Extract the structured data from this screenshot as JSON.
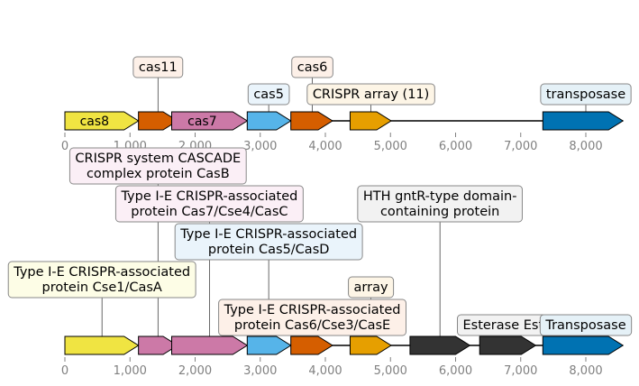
{
  "axis": {
    "ticks": [
      0,
      1000,
      2000,
      3000,
      4000,
      5000,
      6000,
      7000,
      8000
    ],
    "tick_labels": [
      "0",
      "1,000",
      "2,000",
      "3,000",
      "4,000",
      "5,000",
      "6,000",
      "7,000",
      "8,000"
    ]
  },
  "track_top": {
    "features": [
      {
        "start": 0,
        "end": 1130,
        "color": "#f0e442",
        "label": "cas8"
      },
      {
        "start": 1130,
        "end": 1730,
        "color": "#d55e00",
        "label": ""
      },
      {
        "start": 1640,
        "end": 2800,
        "color": "#cc79a7",
        "label": "cas7"
      },
      {
        "start": 2800,
        "end": 3470,
        "color": "#56b4e9",
        "label": ""
      },
      {
        "start": 3470,
        "end": 4110,
        "color": "#d55e00",
        "label": ""
      },
      {
        "start": 4380,
        "end": 5010,
        "color": "#e69f00",
        "label": ""
      },
      {
        "start": 7340,
        "end": 8570,
        "color": "#0072b2",
        "label": ""
      }
    ],
    "callouts": [
      {
        "text": [
          "cas11"
        ],
        "pos": 1430,
        "fill": "#fdf0e8",
        "level": 2
      },
      {
        "text": [
          "cas6"
        ],
        "pos": 3800,
        "fill": "#fdf0e8",
        "level": 2
      },
      {
        "text": [
          "cas5"
        ],
        "pos": 3130,
        "fill": "#eaf4fb",
        "level": 1
      },
      {
        "text": [
          "CRISPR array (11)"
        ],
        "pos": 4700,
        "fill": "#fdf5e6",
        "level": 1
      },
      {
        "text": [
          "transposase"
        ],
        "pos": 8000,
        "fill": "#e5f1f7",
        "level": 1
      }
    ]
  },
  "track_bottom": {
    "features": [
      {
        "start": 0,
        "end": 1130,
        "color": "#f0e442"
      },
      {
        "start": 1130,
        "end": 1730,
        "color": "#cc79a7"
      },
      {
        "start": 1640,
        "end": 2800,
        "color": "#cc79a7"
      },
      {
        "start": 2800,
        "end": 3470,
        "color": "#56b4e9"
      },
      {
        "start": 3470,
        "end": 4110,
        "color": "#d55e00"
      },
      {
        "start": 4380,
        "end": 5010,
        "color": "#e69f00"
      },
      {
        "start": 5300,
        "end": 6220,
        "color": "#333333"
      },
      {
        "start": 6370,
        "end": 7230,
        "color": "#333333"
      },
      {
        "start": 7340,
        "end": 8570,
        "color": "#0072b2"
      }
    ],
    "callouts": [
      {
        "text": [
          "CRISPR system CASCADE",
          "complex protein CasB"
        ],
        "pos": 1430,
        "fill": "#fbeff6",
        "level": 5
      },
      {
        "text": [
          "Type I-E CRISPR-associated",
          "protein Cas7/Cse4/CasC"
        ],
        "pos": 2220,
        "fill": "#fbeff6",
        "level": 4
      },
      {
        "text": [
          "HTH gntR-type domain-",
          "containing protein"
        ],
        "pos": 5760,
        "fill": "#f2f2f2",
        "level": 4
      },
      {
        "text": [
          "Type I-E CRISPR-associated",
          "protein Cas5/CasD"
        ],
        "pos": 3130,
        "fill": "#eaf4fb",
        "level": 3
      },
      {
        "text": [
          "Type I-E CRISPR-associated",
          "protein Cse1/CasA"
        ],
        "pos": 570,
        "fill": "#fdfde6",
        "level": 2
      },
      {
        "text": [
          "array"
        ],
        "pos": 4700,
        "fill": "#fdf5e6",
        "level": 2
      },
      {
        "text": [
          "Type I-E CRISPR-associated",
          "protein Cas6/Cse3/CasE"
        ],
        "pos": 3800,
        "fill": "#fdf0e8",
        "level": 1
      },
      {
        "text": [
          "Esterase EstB"
        ],
        "pos": 6800,
        "fill": "#f2f2f2",
        "level": 1
      },
      {
        "text": [
          "Transposase"
        ],
        "pos": 8000,
        "fill": "#e5f1f7",
        "level": 1
      }
    ]
  }
}
